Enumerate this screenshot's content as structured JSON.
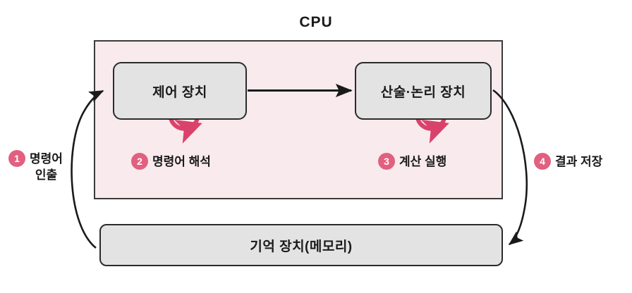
{
  "diagram": {
    "title": "CPU",
    "units": {
      "control": "제어 장치",
      "alu": "산술·논리 장치",
      "memory": "기억 장치(메모리)"
    },
    "steps": [
      {
        "number": "1",
        "label": "명령어\n인출"
      },
      {
        "number": "2",
        "label": "명령어 해석"
      },
      {
        "number": "3",
        "label": "계산 실행"
      },
      {
        "number": "4",
        "label": "결과 저장"
      }
    ],
    "colors": {
      "cpu_fill": "#f8eaed",
      "unit_fill": "#e3e3e3",
      "accent_pink": "#e2607f",
      "stroke_dark": "#2b2b2b"
    }
  }
}
